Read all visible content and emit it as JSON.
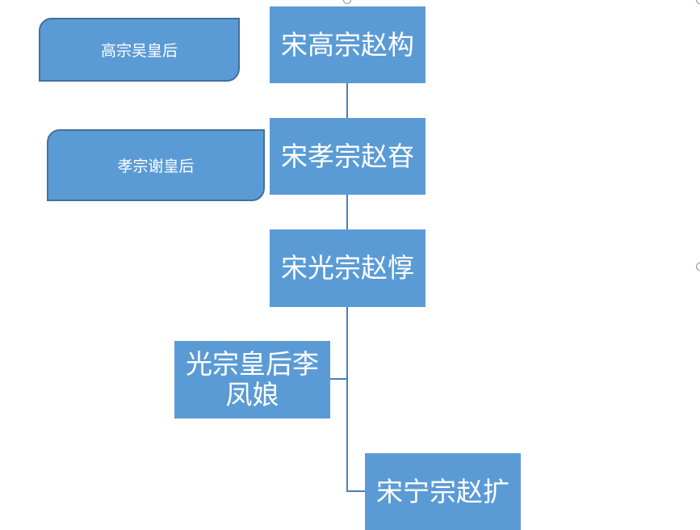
{
  "nodes": {
    "gaozong": "宋高宗赵构",
    "xiaozong": "宋孝宗赵昚",
    "guangzong": "宋光宗赵惇",
    "li_fengniang": "光宗皇后李凤娘",
    "ningzong": "宋宁宗赵扩"
  },
  "notes": {
    "gaozong_empress": "高宗吴皇后",
    "xiaozong_empress": "孝宗谢皇后"
  },
  "colors": {
    "box": "#5b9bd5",
    "border": "#41719c",
    "line": "#4a7eb5"
  }
}
